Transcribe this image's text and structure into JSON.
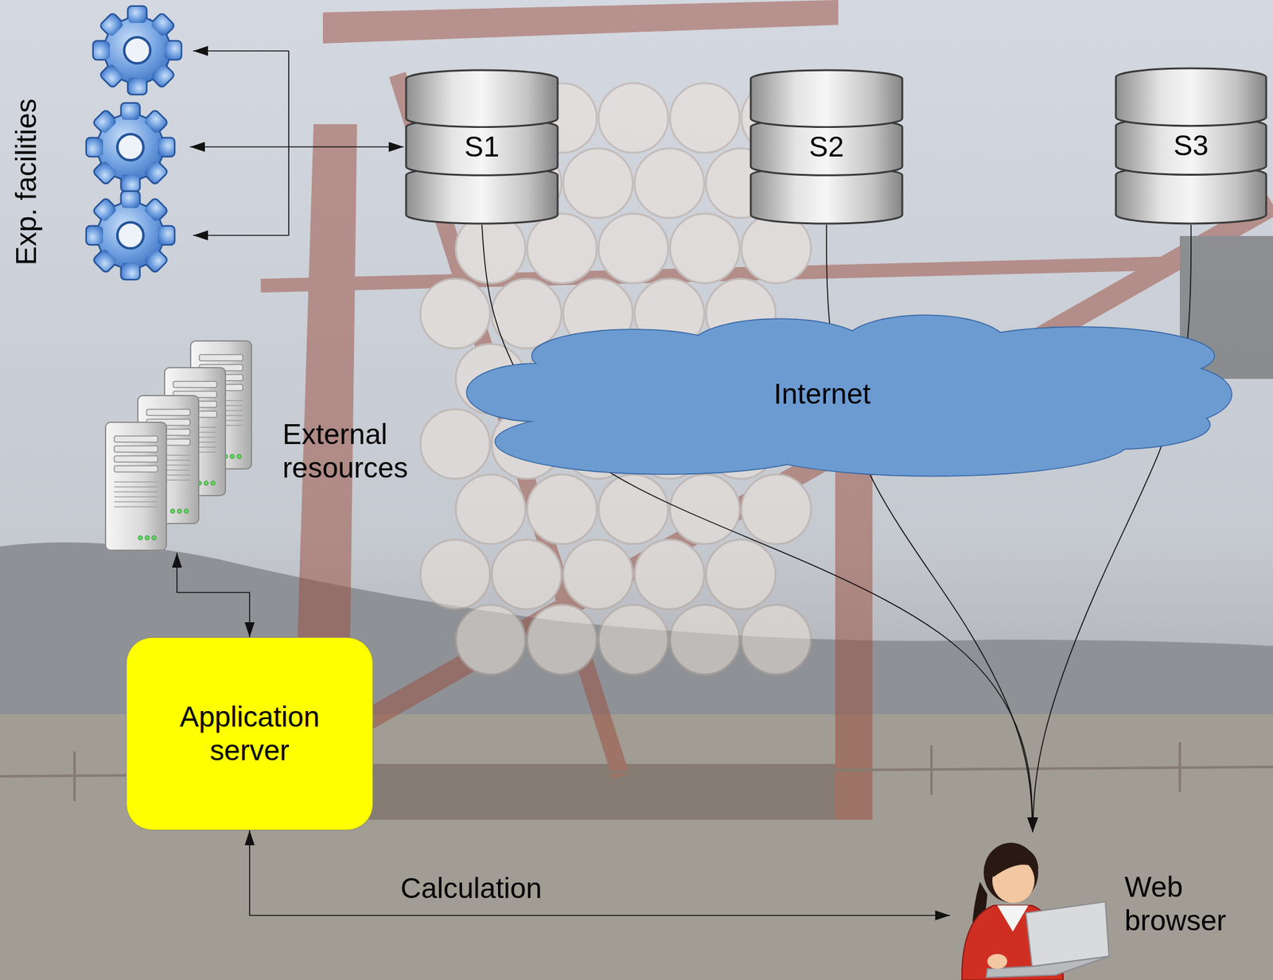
{
  "diagram": {
    "nodes": [
      {
        "text": [
          "Exp. facilities"
        ]
      },
      {
        "text": [
          "S1"
        ]
      },
      {
        "text": [
          "S2"
        ]
      },
      {
        "text": [
          "S3"
        ]
      },
      {
        "text": [
          "Internet"
        ]
      },
      {
        "text": [
          "External resources"
        ]
      },
      {
        "text": [
          "Application server"
        ]
      },
      {
        "text": [
          "Web browser"
        ]
      }
    ],
    "edges": [
      {
        "from": 0,
        "to": 1,
        "arrow": "both"
      },
      {
        "from": 1,
        "to": 7,
        "arrow": "to"
      },
      {
        "from": 2,
        "to": 7,
        "arrow": "to"
      },
      {
        "from": 3,
        "to": 7,
        "arrow": "to"
      },
      {
        "from": 6,
        "to": 7,
        "label": "Calculation",
        "arrow": "both"
      },
      {
        "from": 5,
        "to": 6,
        "arrow": "both"
      }
    ]
  }
}
